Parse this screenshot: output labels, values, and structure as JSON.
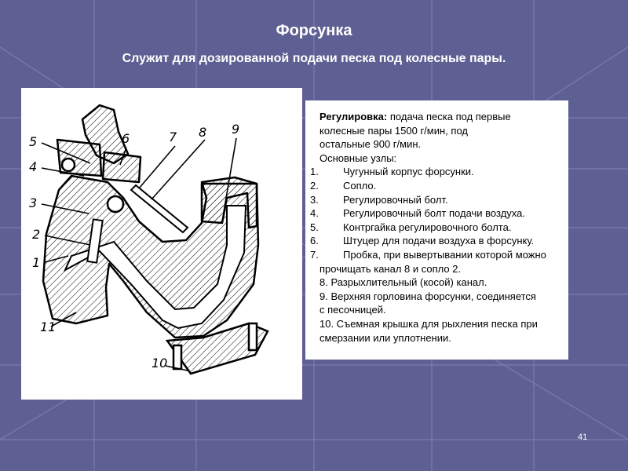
{
  "slide": {
    "title": "Форсунка",
    "subtitle": "Служит для дозированной подачи песка под колесные пары.",
    "slide_number": "41"
  },
  "description": {
    "adjust_label": "Регулировка:",
    "adjust_lines": [
      "подача песка под первые",
      "колесные пары 1500 г/мин, под",
      "остальные 900 г/мин."
    ],
    "units_heading": "Основные узлы:",
    "list": [
      {
        "num": "1.",
        "text": "Чугунный корпус форсунки."
      },
      {
        "num": "2.",
        "text": "Сопло."
      },
      {
        "num": "3.",
        "text": "Регулировочный болт."
      },
      {
        "num": "4.",
        "text": "Регулировочный болт подачи воздуха."
      },
      {
        "num": "5.",
        "text": "Контргайка регулировочного болта."
      },
      {
        "num": "6.",
        "text": "Штуцер для подачи воздуха в форсунку."
      },
      {
        "num": "7.",
        "text": "Пробка, при вывертывании которой можно"
      }
    ],
    "item7_cont": "прочищать канал 8 и сопло 2.",
    "extra_lines": [
      "8. Разрыхлительный (косой) канал.",
      "9. Верхняя горловина форсунки, соединяется",
      "с песочницей.",
      "10. Съемная крышка для рыхления песка при",
      "смерзании или уплотнении."
    ]
  },
  "diagram_labels": [
    "5",
    "4",
    "3",
    "2",
    "1",
    "11",
    "6",
    "7",
    "8",
    "9",
    "10"
  ],
  "colors": {
    "background": "#5e5f92",
    "grid_line": "#7b7cae",
    "panel": "#ffffff",
    "text_light": "#ffffff"
  }
}
